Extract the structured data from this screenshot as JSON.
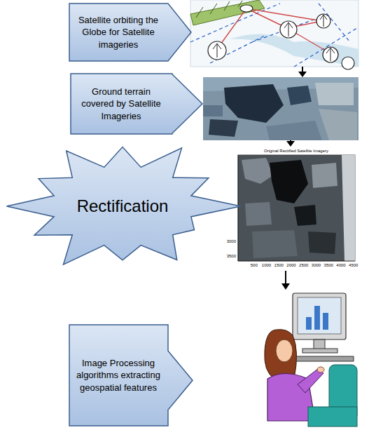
{
  "diagram": {
    "nodes": [
      {
        "text": [
          "Satellite orbiting the Globe for Satellite imageries"
        ]
      },
      {
        "text": [
          "Ground terrain covered by Satellite Imageries"
        ]
      },
      {
        "text": [
          "Rectification"
        ]
      },
      {
        "text": [
          "Image Processing algorithms extracting geospatial features"
        ]
      }
    ],
    "labels": [
      "Original Rectified Satellite Imagery",
      "3000",
      "3500",
      "500",
      "1000",
      "1500",
      "2000",
      "2500",
      "3000",
      "3500",
      "4000",
      "4500"
    ]
  }
}
